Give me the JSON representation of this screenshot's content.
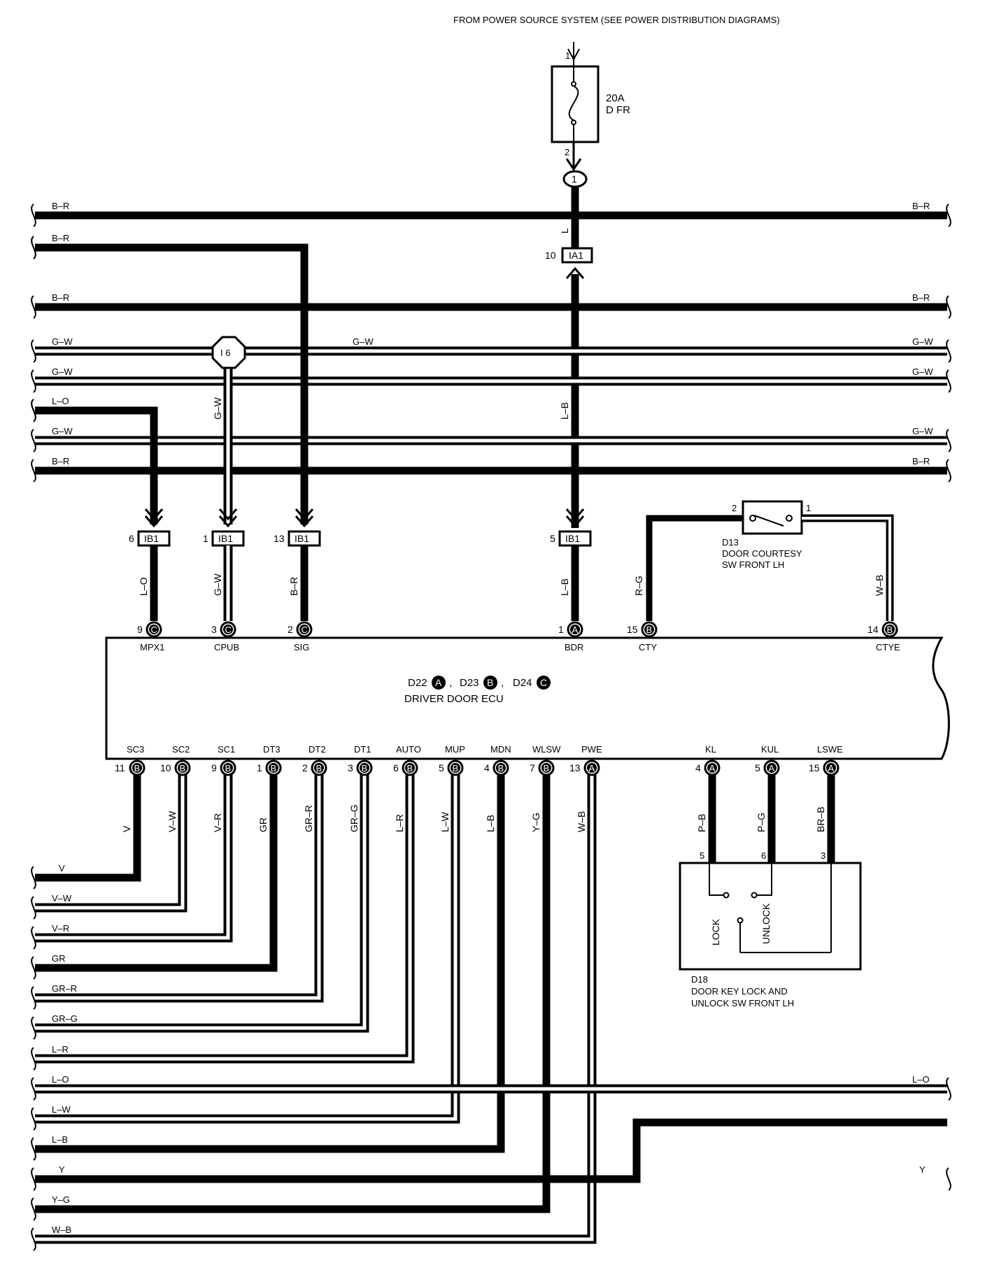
{
  "header": {
    "source_note": "FROM POWER SOURCE SYSTEM (SEE POWER DISTRIBUTION DIAGRAMS)"
  },
  "fuse": {
    "rating": "20A",
    "name": "D FR",
    "pin_in": "1",
    "pin_out": "2"
  },
  "junction_1": "1",
  "junction_i6": "I 6",
  "bus_wires": [
    {
      "label": "B–R",
      "right_label": "B–R"
    },
    {
      "label": "B–R",
      "right_label": ""
    },
    {
      "label": "B–R",
      "right_label": "B–R"
    },
    {
      "label": "G–W",
      "right_label": "G–W",
      "mid_label": "G–W"
    },
    {
      "label": "G–W",
      "right_label": "G–W"
    },
    {
      "label": "L–O",
      "right_label": ""
    },
    {
      "label": "G–W",
      "right_label": "G–W"
    },
    {
      "label": "B–R",
      "right_label": "B–R"
    }
  ],
  "vertical_wire_labels": {
    "L": "L",
    "L_B_upper": "L–B",
    "G_W_upper": "G–W"
  },
  "ia1": {
    "label": "IA1",
    "pin": "10"
  },
  "ib1_connectors": [
    {
      "pin": "6",
      "label": "IB1",
      "wire": "L–O"
    },
    {
      "pin": "1",
      "label": "IB1",
      "wire": "G–W"
    },
    {
      "pin": "13",
      "label": "IB1",
      "wire": "B–R"
    },
    {
      "pin": "5",
      "label": "IB1",
      "wire": "L–B"
    }
  ],
  "door_courtesy_sw": {
    "id": "D13",
    "line1": "DOOR COURTESY",
    "line2": "SW FRONT LH",
    "pin_left": "2",
    "pin_right": "1",
    "wire_left": "R–G",
    "wire_right": "W–B"
  },
  "ecu": {
    "conn_d22": "D22",
    "conn_d23": "D23",
    "conn_d24": "D24",
    "sep": ",",
    "name": "DRIVER DOOR ECU",
    "top_terminals": [
      {
        "pin": "9",
        "conn": "C",
        "name": "MPX1"
      },
      {
        "pin": "3",
        "conn": "C",
        "name": "CPUB"
      },
      {
        "pin": "2",
        "conn": "C",
        "name": "SIG"
      },
      {
        "pin": "1",
        "conn": "A",
        "name": "BDR"
      },
      {
        "pin": "15",
        "conn": "B",
        "name": "CTY"
      },
      {
        "pin": "14",
        "conn": "B",
        "name": "CTYE"
      }
    ],
    "bottom_terminals": [
      {
        "pin": "11",
        "conn": "B",
        "name": "SC3",
        "wire": "V"
      },
      {
        "pin": "10",
        "conn": "B",
        "name": "SC2",
        "wire": "V–W"
      },
      {
        "pin": "9",
        "conn": "B",
        "name": "SC1",
        "wire": "V–R"
      },
      {
        "pin": "1",
        "conn": "B",
        "name": "DT3",
        "wire": "GR"
      },
      {
        "pin": "2",
        "conn": "B",
        "name": "DT2",
        "wire": "GR–R"
      },
      {
        "pin": "3",
        "conn": "B",
        "name": "DT1",
        "wire": "GR–G"
      },
      {
        "pin": "6",
        "conn": "B",
        "name": "AUTO",
        "wire": "L–R"
      },
      {
        "pin": "5",
        "conn": "B",
        "name": "MUP",
        "wire": "L–W"
      },
      {
        "pin": "4",
        "conn": "B",
        "name": "MDN",
        "wire": "L–B"
      },
      {
        "pin": "7",
        "conn": "B",
        "name": "WLSW",
        "wire": "Y–G"
      },
      {
        "pin": "13",
        "conn": "A",
        "name": "PWE",
        "wire": "W–B"
      },
      {
        "pin": "4",
        "conn": "A",
        "name": "KL",
        "wire": "P–B"
      },
      {
        "pin": "5",
        "conn": "A",
        "name": "KUL",
        "wire": "P–G"
      },
      {
        "pin": "15",
        "conn": "A",
        "name": "LSWE",
        "wire": "BR–B"
      }
    ]
  },
  "key_lock_sw": {
    "id": "D18",
    "line1": "DOOR KEY LOCK AND",
    "line2": "UNLOCK SW FRONT LH",
    "lock": "LOCK",
    "unlock": "UNLOCK",
    "pins": [
      "5",
      "6",
      "3"
    ]
  },
  "bottom_bus": [
    {
      "label": "V",
      "right_label": ""
    },
    {
      "label": "V–W",
      "right_label": ""
    },
    {
      "label": "V–R",
      "right_label": ""
    },
    {
      "label": "GR",
      "right_label": ""
    },
    {
      "label": "GR–R",
      "right_label": ""
    },
    {
      "label": "GR–G",
      "right_label": ""
    },
    {
      "label": "L–R",
      "right_label": ""
    },
    {
      "label": "L–O",
      "right_label": "L–O"
    },
    {
      "label": "L–W",
      "right_label": ""
    },
    {
      "label": "L–B",
      "right_label": ""
    },
    {
      "label": "Y",
      "right_label": "Y"
    },
    {
      "label": "Y–G",
      "right_label": ""
    },
    {
      "label": "W–B",
      "right_label": ""
    }
  ]
}
